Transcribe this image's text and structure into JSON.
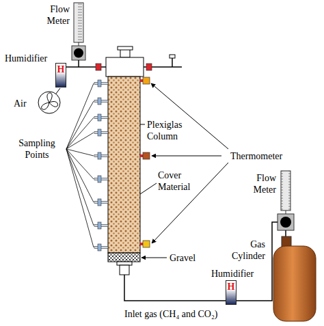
{
  "diagram": {
    "nodes": [
      {
        "text": [
          "Humidifier",
          "H"
        ]
      },
      {
        "text": [
          "Humidifier",
          "H"
        ]
      }
    ],
    "labels": [
      "Flow Meter",
      "Air",
      "Sampling Points",
      "Plexiglas Column",
      "Cover Material",
      "Thermometer",
      "Gravel",
      "Flow Meter",
      "Gas Cylinder",
      "Inlet gas (CH₄ and CO₂)"
    ]
  }
}
